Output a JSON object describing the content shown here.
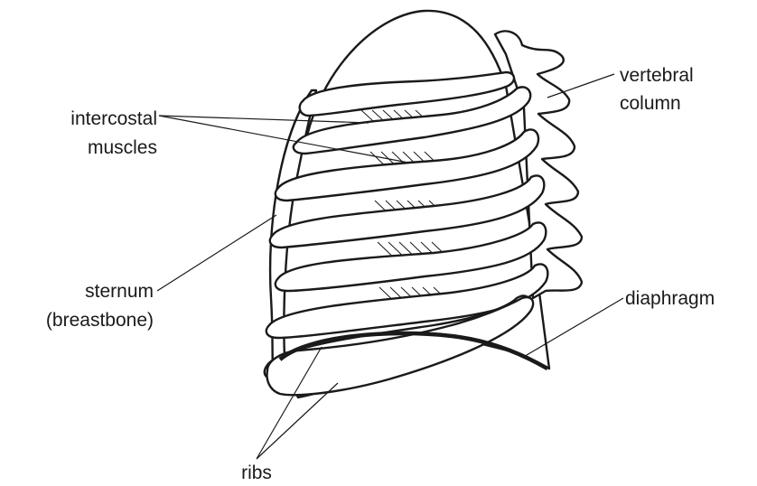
{
  "labels": {
    "intercostal_line1": "intercostal",
    "intercostal_line2": "muscles",
    "vertebral_line1": "vertebral",
    "vertebral_line2": "column",
    "sternum_line1": "sternum",
    "sternum_line2": "(breastbone)",
    "diaphragm": "diaphragm",
    "ribs": "ribs"
  },
  "colors": {
    "ink": "#1a1a1a",
    "background": "#ffffff"
  }
}
